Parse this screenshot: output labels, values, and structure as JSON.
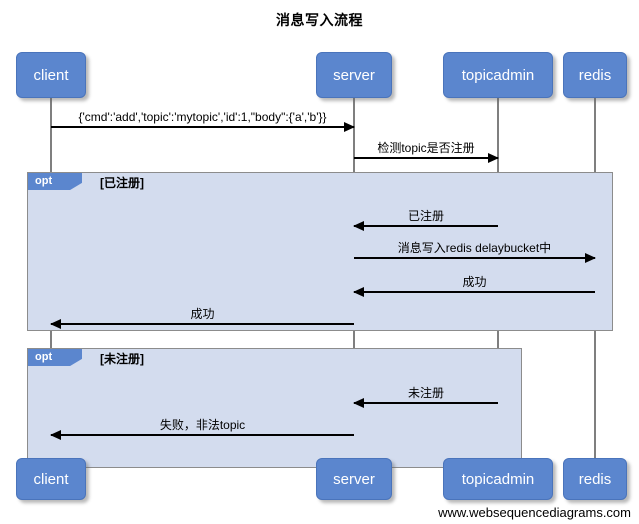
{
  "diagram": {
    "title": "消息写入流程",
    "watermark": "www.websequencediagrams.com",
    "colors": {
      "actor_fill": "#5b86ce",
      "actor_text": "#ffffff",
      "fragment_fill": "#d3dcee",
      "fragment_border": "#8c8c8c",
      "lifeline": "#7f7f7f",
      "arrow": "#000000",
      "background": "#ffffff"
    }
  },
  "actors": [
    {
      "name": "client",
      "label": "client"
    },
    {
      "name": "server",
      "label": "server"
    },
    {
      "name": "topicadmin",
      "label": "topicadmin"
    },
    {
      "name": "redis",
      "label": "redis"
    }
  ],
  "fragments": [
    {
      "type": "opt",
      "label": "opt",
      "guard": "[已注册]"
    },
    {
      "type": "opt",
      "label": "opt",
      "guard": "[未注册]"
    }
  ],
  "messages": [
    {
      "from": "client",
      "to": "server",
      "direction": "right",
      "label": "{'cmd':'add','topic':'mytopic','id':1,\"body\":{'a','b'}}"
    },
    {
      "from": "server",
      "to": "topicadmin",
      "direction": "right",
      "label": "检测topic是否注册"
    },
    {
      "from": "topicadmin",
      "to": "server",
      "direction": "left",
      "label": "已注册"
    },
    {
      "from": "server",
      "to": "redis",
      "direction": "right",
      "label": "消息写入redis delaybucket中"
    },
    {
      "from": "redis",
      "to": "server",
      "direction": "left",
      "label": "成功"
    },
    {
      "from": "server",
      "to": "client",
      "direction": "left",
      "label": "成功"
    },
    {
      "from": "topicadmin",
      "to": "server",
      "direction": "left",
      "label": "未注册"
    },
    {
      "from": "server",
      "to": "client",
      "direction": "left",
      "label": "失败，非法topic"
    }
  ]
}
